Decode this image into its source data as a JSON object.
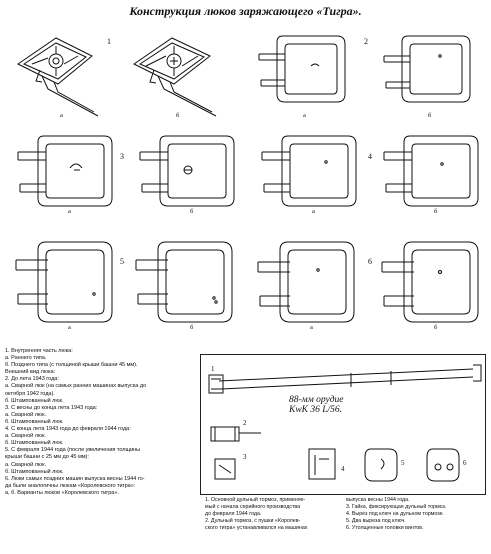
{
  "title": "Конструкция люков заряжающего «Тигра».",
  "figure": {
    "row_numbers": [
      "1",
      "2",
      "3",
      "4",
      "5",
      "6"
    ],
    "sub_labels": [
      "а",
      "б"
    ]
  },
  "left_caption": [
    "1. Внутренняя часть люка:",
    "а. Раннего типа.",
    "б. Позднего типа (с толщиной крыши башни 45 мм).",
    "Внешний вид люка:",
    "2. До лета 1943 года:",
    "а. Сварной люк (на самых ранних машинах выпуска до",
    "октября 1942 года).",
    "б. Штампованный люк.",
    "3. С весны до конца лета 1943 года:",
    "а. Сварной люк.",
    "б. Штампованный люк.",
    "4. С конца лета 1943 года до февраля 1944 года:",
    "а. Сварной люк.",
    "б. Штампованный люк.",
    "5. С февраля 1944 года (после увеличения толщины",
    "крыши башни с 25 мм до 45 мм):",
    "а. Сварной люк.",
    "б. Штампованный люк.",
    "6. Люки самых поздних машин выпуска весны 1944 го-",
    "да были аналогичны люкам «Королевского тигра»:",
    "а, б. Варианты люков «Королевского тигра»."
  ],
  "gun": {
    "label_line1": "88-мм орудие",
    "label_line2": "KwK 36 L/56.",
    "callouts": [
      "1",
      "2",
      "3",
      "4",
      "5",
      "6"
    ]
  },
  "bottom_caption": {
    "col1": [
      "1. Основной дульный тормоз, применяе-",
      "мый с начала серийного производства",
      "до февраля 1944 года.",
      "2. Дульный тормоз, с пушки «Королев-",
      "ского тигра» устанавливался на машинах"
    ],
    "col2": [
      "выпуска весны 1944 года.",
      "3. Гайка, фиксирующая дульный тормоз.",
      "4. Вырез под ключ на дульном тормозе.",
      "5. Два выреза под ключ.",
      "6. Утолщенные головки винтов."
    ]
  }
}
